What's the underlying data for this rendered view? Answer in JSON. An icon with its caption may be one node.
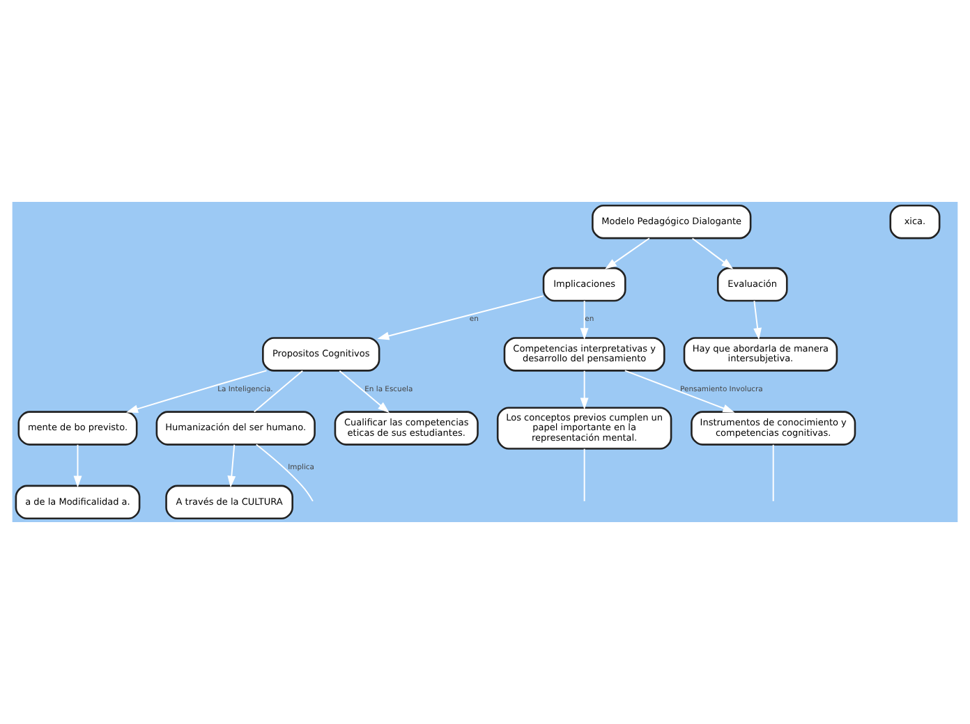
{
  "diagram": {
    "nodes": [
      {
        "text": [
          "Modelo Pedagógico Dialogante"
        ]
      },
      {
        "text": [
          "Implicaciones"
        ]
      },
      {
        "text": [
          "Evaluación"
        ]
      },
      {
        "text": [
          "a de la Modificalidad a."
        ]
      },
      {
        "text": [
          "Propositos Cognitivos"
        ]
      },
      {
        "text": [
          "Competencias interpretativas y desarrollo del pensamiento"
        ]
      },
      {
        "text": [
          "Hay que abordarla de manera intersubjetiva."
        ]
      },
      {
        "text": [
          "mente de bo previsto."
        ]
      },
      {
        "text": [
          "Humanización del ser humano."
        ]
      },
      {
        "text": [
          "Cualificar las competencias eticas de sus estudiantes."
        ]
      },
      {
        "text": [
          "Los conceptos previos cumplen un papel importante en la representación mental."
        ]
      },
      {
        "text": [
          "Instrumentos de conocimiento y competencias cognitivas."
        ]
      },
      {
        "text": [
          "xica."
        ]
      },
      {
        "text": [
          "A través de la CULTURA"
        ]
      }
    ],
    "edges": [
      {
        "from": 0,
        "to": 1,
        "arrow": "to"
      },
      {
        "from": 0,
        "to": 2,
        "arrow": "to"
      },
      {
        "from": 1,
        "to": 4,
        "arrow": "to",
        "label": "en"
      },
      {
        "from": 1,
        "to": 5,
        "arrow": "to",
        "label": "en"
      },
      {
        "from": 2,
        "to": 6,
        "arrow": "to"
      },
      {
        "from": 4,
        "to": 7,
        "arrow": "to",
        "label": "La Inteligencia."
      },
      {
        "from": 7,
        "to": 3,
        "arrow": "to"
      },
      {
        "from": 4,
        "to": 8,
        "arrow": "none"
      },
      {
        "from": 4,
        "to": 9,
        "arrow": "to",
        "label": "En la Escuela"
      },
      {
        "from": 5,
        "to": 10,
        "arrow": "to"
      },
      {
        "from": 5,
        "to": 11,
        "arrow": "to",
        "label": "Pensamiento Involucra"
      },
      {
        "from": 8,
        "to": 13,
        "arrow": "to"
      },
      {
        "from": 8,
        "to": null,
        "arrow": "none",
        "label": "Implica"
      },
      {
        "from": 10,
        "to": null,
        "arrow": "none"
      },
      {
        "from": 11,
        "to": null,
        "arrow": "none"
      }
    ]
  }
}
